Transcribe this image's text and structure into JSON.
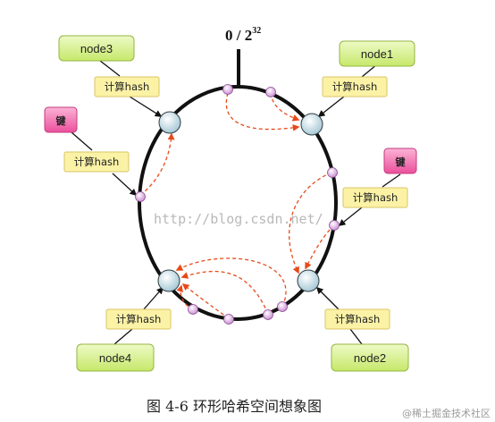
{
  "top_label": {
    "base": "0 / 2",
    "exponent": "32"
  },
  "nodes": [
    {
      "id": "node1",
      "label": "node1",
      "hash_label": "计算hash"
    },
    {
      "id": "node2",
      "label": "node2",
      "hash_label": "计算hash"
    },
    {
      "id": "node3",
      "label": "node3",
      "hash_label": "计算hash"
    },
    {
      "id": "node4",
      "label": "node4",
      "hash_label": "计算hash"
    }
  ],
  "keys": [
    {
      "id": "key-left",
      "label": "键",
      "hash_label": "计算hash"
    },
    {
      "id": "key-right",
      "label": "键",
      "hash_label": "计算hash"
    }
  ],
  "watermark": "http://blog.csdn.net/",
  "caption": "图 4-6 环形哈希空间想象图",
  "corner_mark": "@稀土掘金技术社区",
  "colors": {
    "node_box_fill": "#d6f08a",
    "hash_box_fill": "#fbf2a6",
    "key_box_fill": "#f477b4",
    "ring": "#111111",
    "arrow": "#e64a19",
    "point_fill": "#e2b8e6",
    "node_circle": "#cfe6ee"
  }
}
